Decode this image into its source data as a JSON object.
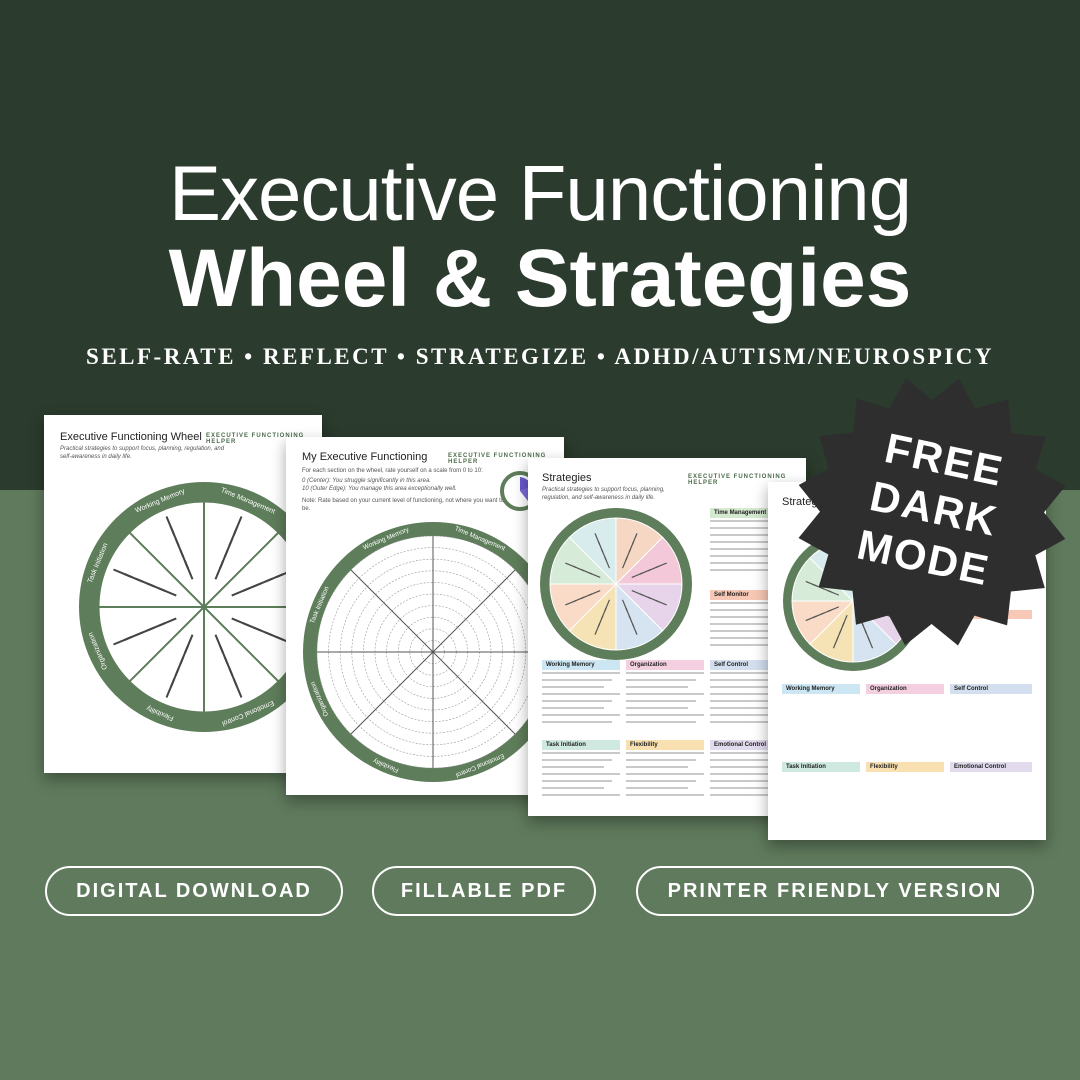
{
  "title": {
    "line1": "Executive Functioning",
    "line2": "Wheel & Strategies"
  },
  "tagline": "SELF-RATE • REFLECT • STRATEGIZE • ADHD/AUTISM/NEUROSPICY",
  "pages": {
    "page1": {
      "title": "Executive Functioning Wheel",
      "brand": "EXECUTIVE FUNCTIONING HELPER",
      "subtitle": "Practical strategies to support focus, planning, regulation, and self-awareness in daily life."
    },
    "page2": {
      "title": "My Executive Functioning",
      "brand": "EXECUTIVE FUNCTIONING HELPER",
      "instruction1": "For each section on the wheel, rate yourself on a scale from 0 to 10:",
      "instruction2": "0 (Center): You struggle significantly in this area.",
      "instruction3": "10 (Outer Edge): You manage this area exceptionally well.",
      "note": "Note: Rate based on your current level of functioning, not where you want to be."
    },
    "page3": {
      "title": "Strategies",
      "brand": "EXECUTIVE FUNCTIONING HELPER",
      "subtitle": "Practical strategies to support focus, planning, regulation, and self-awareness in daily life.",
      "sections": [
        "Time Management",
        "Self Monitor",
        "Working Memory",
        "Organization",
        "Self Control",
        "Task Initiation",
        "Flexibility",
        "Emotional Control"
      ]
    },
    "page4": {
      "title": "Strategies",
      "sections": [
        "Working Memory",
        "Organization",
        "Self Control",
        "Task Initiation",
        "Flexibility",
        "Emotional Control"
      ]
    }
  },
  "wheel_segments": [
    "Time Management",
    "Self Monitor",
    "Self Control",
    "Emotional Control",
    "Flexibility",
    "Organization",
    "Task Initiation",
    "Working Memory"
  ],
  "segment_colors": [
    "#f6d7c4",
    "#f3c9d9",
    "#e7d4ea",
    "#d5e4f0",
    "#f6e3b5",
    "#f9dbc8",
    "#d6ecd8",
    "#d8ecee"
  ],
  "badge": {
    "line1": "FREE",
    "line2": "DARK",
    "line3": "MODE"
  },
  "buttons": {
    "digital": "DIGITAL DOWNLOAD",
    "fillable": "FILLABLE PDF",
    "printer": "PRINTER FRIENDLY VERSION"
  },
  "colors": {
    "dark_green": "#2b3b2d",
    "mid_green": "#5f7a5c",
    "wheel_green": "#5e7d5a",
    "badge": "#2e2e2e"
  }
}
